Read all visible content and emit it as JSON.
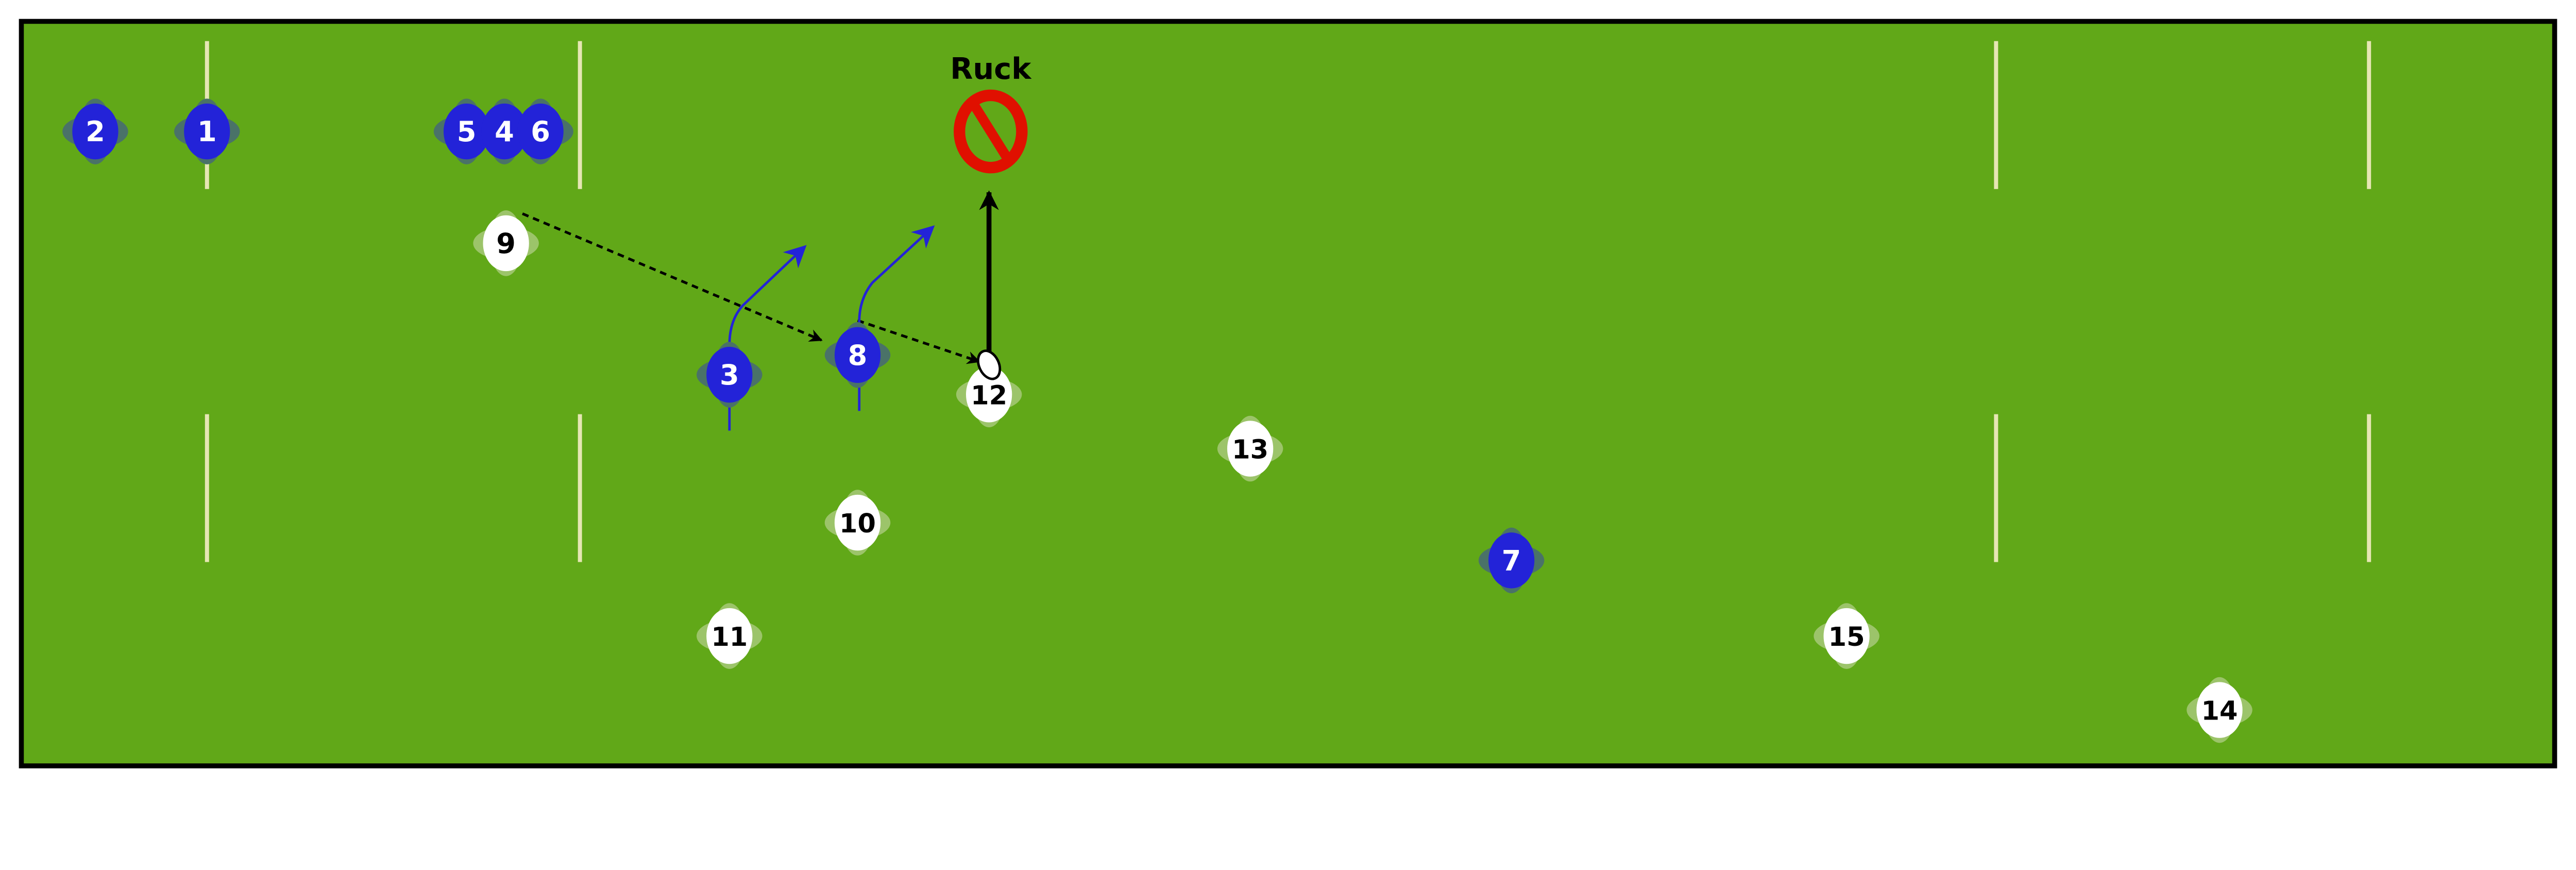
{
  "diagram": {
    "ruck_label": "Ruck",
    "colors": {
      "field": "#61a818",
      "line": "#e6e6b4",
      "attack": "#2323d8",
      "attack_shadow": "#4a7268",
      "defence": "#ffffff",
      "defence_shadow": "#9cc46a",
      "stop": "#e01000"
    },
    "attackers": [
      "2",
      "1",
      "5",
      "4",
      "6",
      "3",
      "8",
      "7"
    ],
    "defenders": [
      "9",
      "12",
      "13",
      "10",
      "11",
      "15",
      "14"
    ]
  }
}
